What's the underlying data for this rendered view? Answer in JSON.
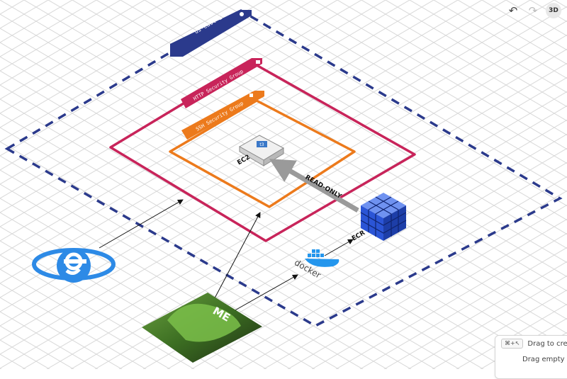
{
  "toolbar": {
    "undo_icon": "undo-icon",
    "redo_icon": "redo-icon",
    "view_mode": "3D"
  },
  "diagram": {
    "region_label": "us-east-1",
    "http_group_label": "HTTP Security Group",
    "ssh_group_label": "SSH Security Group",
    "ec2_label": "EC2",
    "ec2_badge": "t3",
    "ecr_label": "ECR",
    "edge_label": "READ-ONLY",
    "docker_label": "docker",
    "me_label": "ME",
    "colors": {
      "region": "#2b3a8c",
      "http_group": "#c8245a",
      "ssh_group": "#ec7a1c",
      "ecr": "#2b55d6",
      "grid": "#d9d9d9"
    }
  },
  "help": {
    "shortcut": "⌘+↖",
    "line1": "Drag to create",
    "line2": "Drag empty are"
  }
}
